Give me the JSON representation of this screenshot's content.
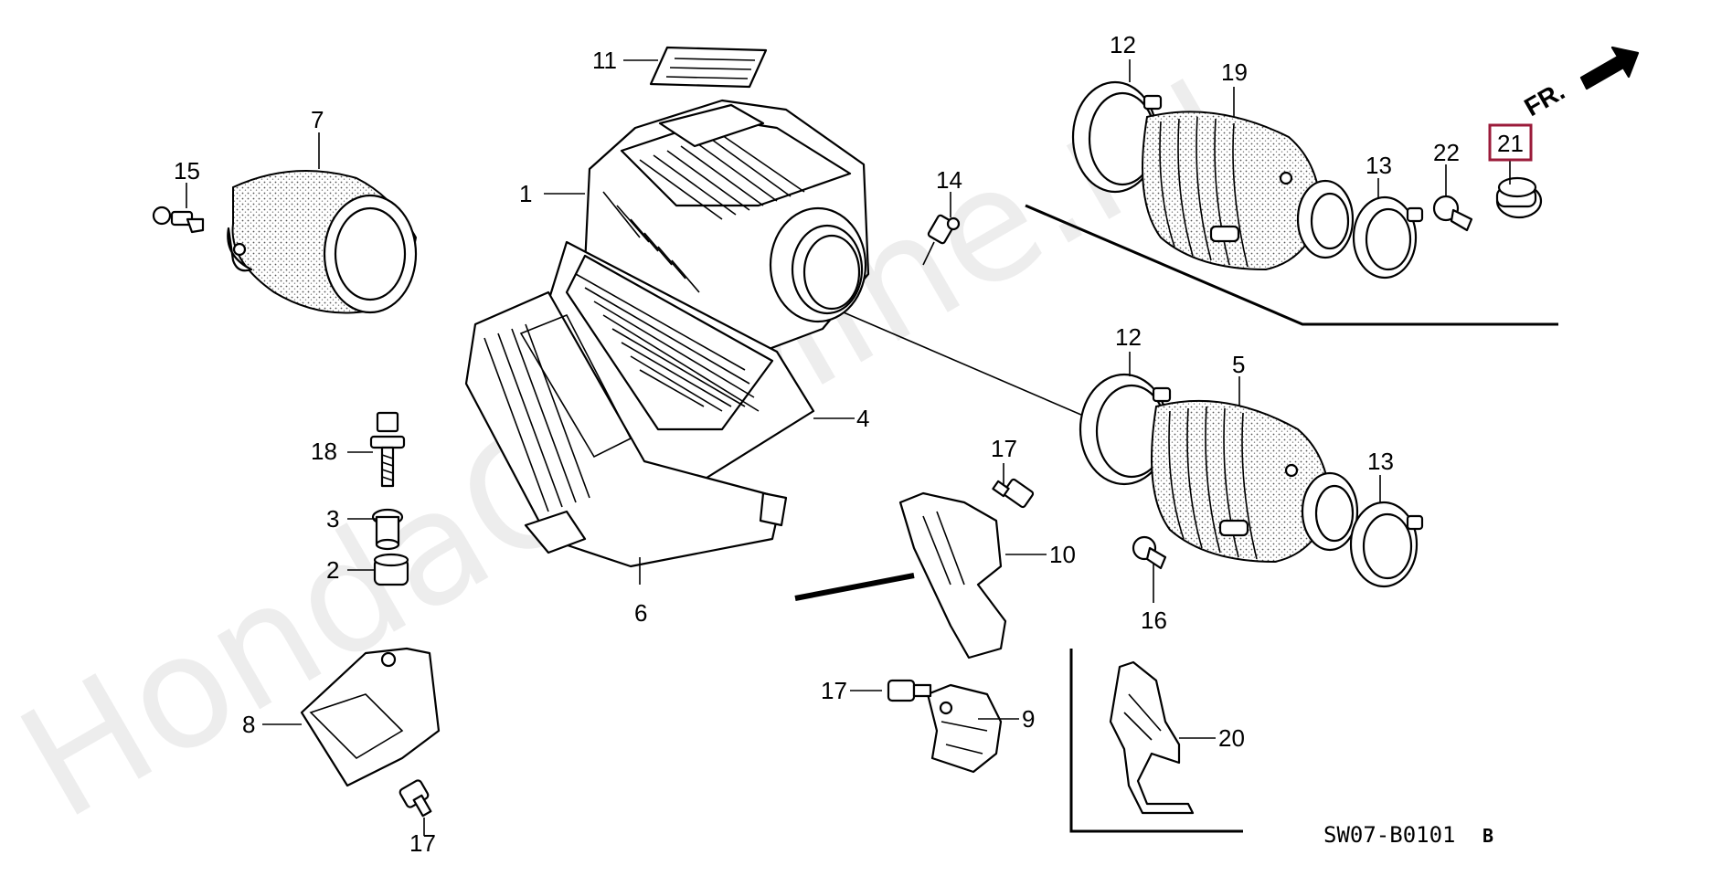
{
  "watermark": "HondaCarMine.ru",
  "diagram_code": "SW07-B0101",
  "diagram_code_suffix": "B",
  "direction_label": "FR.",
  "highlighted_part": "21",
  "callouts": {
    "c1": "1",
    "c2": "2",
    "c3": "3",
    "c4": "4",
    "c5": "5",
    "c6": "6",
    "c7": "7",
    "c8": "8",
    "c9": "9",
    "c10": "10",
    "c11": "11",
    "c12a": "12",
    "c12b": "12",
    "c13a": "13",
    "c13b": "13",
    "c14": "14",
    "c15": "15",
    "c16": "16",
    "c17a": "17",
    "c17b": "17",
    "c17c": "17",
    "c18": "18",
    "c19": "19",
    "c20": "20",
    "c21": "21",
    "c22": "22"
  },
  "colors": {
    "highlight_box": "#9b1b3a",
    "line": "#000000",
    "watermark": "#d8d8d8"
  }
}
